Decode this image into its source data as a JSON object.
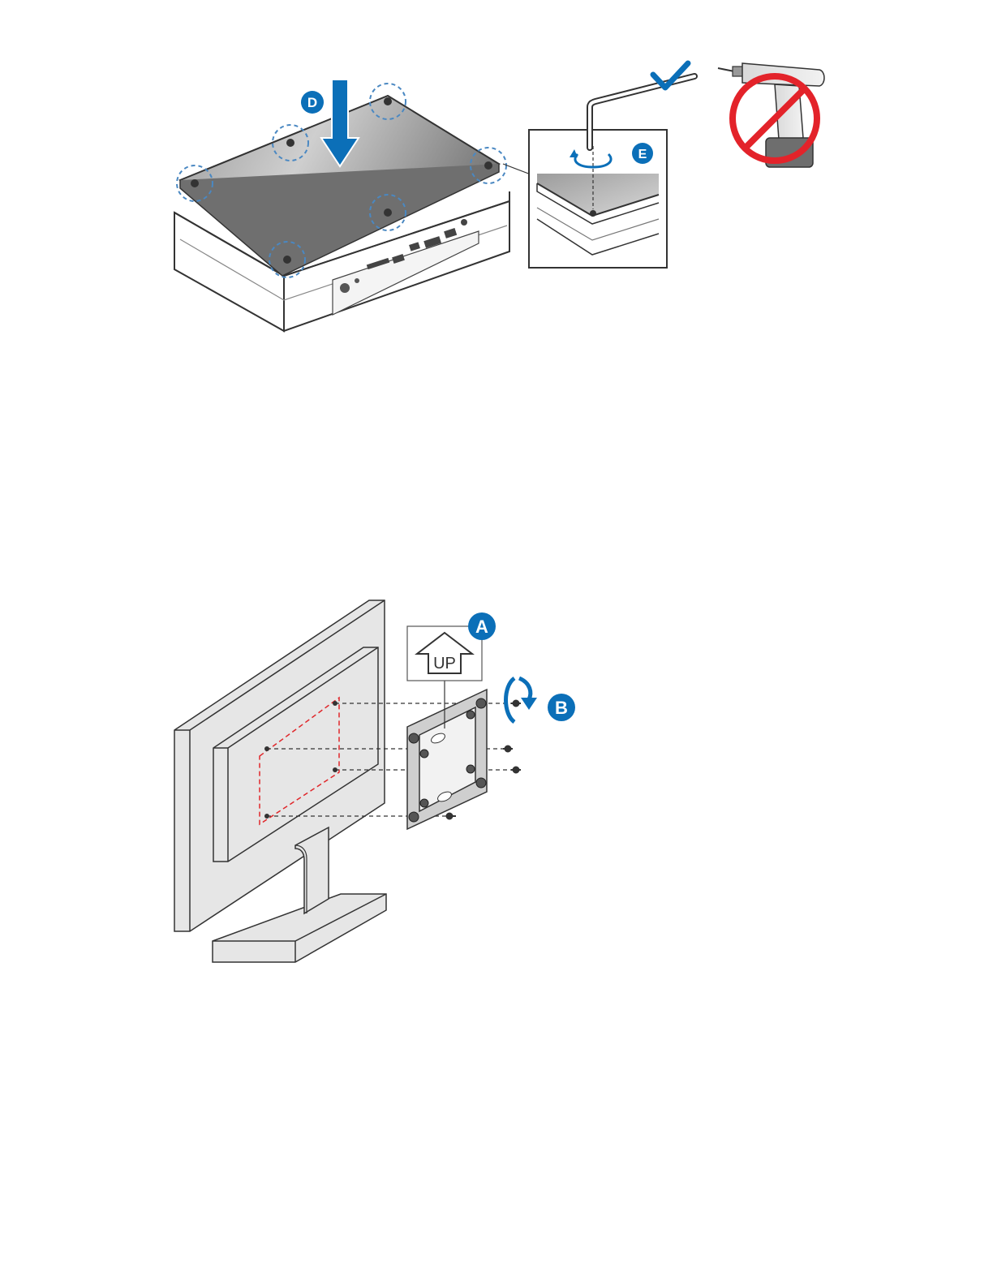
{
  "top_figure": {
    "callouts": {
      "d": "D",
      "e": "E"
    },
    "icons": {
      "down_arrow": "down-arrow-icon",
      "rotate": "rotate-arrow-icon",
      "checkmark": "checkmark-icon",
      "prohibited": "prohibited-icon"
    }
  },
  "bottom_figure": {
    "callouts": {
      "a": "A",
      "b": "B"
    },
    "up_label": "UP",
    "icons": {
      "up_arrow": "up-arrow-icon",
      "rotate": "rotate-arrow-icon"
    }
  },
  "colors": {
    "callout_blue": "#0b6fb8",
    "outline": "#333333",
    "dashed_red": "#e0262a",
    "prohibited_red": "#e3232a",
    "light_grey": "#e6e6e6"
  }
}
